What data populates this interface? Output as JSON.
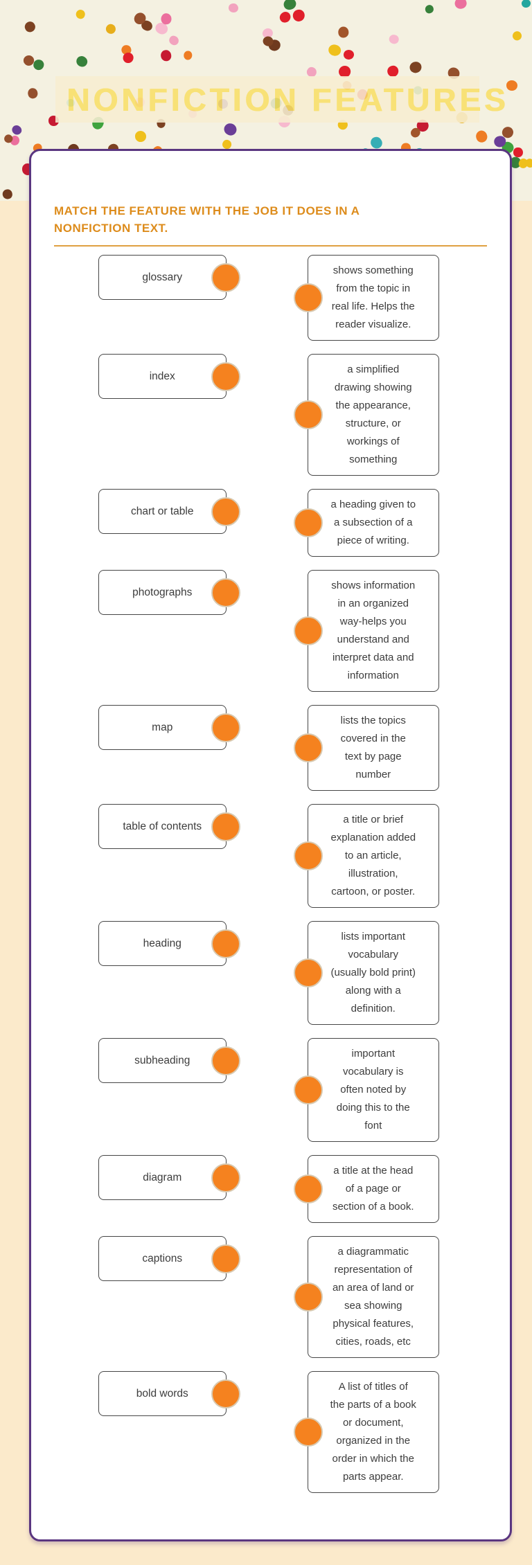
{
  "header": {
    "title": "NONFICTION FEATURES"
  },
  "worksheet": {
    "instructions": "MATCH THE FEATURE WITH THE JOB IT DOES IN A NONFICTION TEXT.",
    "pairs": [
      {
        "feature": "glossary",
        "definition": "shows something\nfrom the topic in\nreal life. Helps the\nreader visualize."
      },
      {
        "feature": "index",
        "definition": "a simplified\ndrawing showing\nthe appearance,\nstructure, or\nworkings of\nsomething"
      },
      {
        "feature": "chart or table",
        "definition": "a heading given to\na subsection of a\npiece of writing."
      },
      {
        "feature": "photographs",
        "definition": "shows information\nin an organized\nway-helps you\nunderstand and\ninterpret data and\ninformation"
      },
      {
        "feature": "map",
        "definition": "lists the topics\ncovered in the\ntext by page\nnumber"
      },
      {
        "feature": "table of contents",
        "definition": "a title or brief\nexplanation added\nto an article,\nillustration,\ncartoon, or poster."
      },
      {
        "feature": "heading",
        "definition": "lists important\nvocabulary\n(usually bold print)\nalong with a\ndefinition."
      },
      {
        "feature": "subheading",
        "definition": "important\nvocabulary is\noften noted by\ndoing this to the\nfont"
      },
      {
        "feature": "diagram",
        "definition": "a title at the head\nof a page or\nsection of a book."
      },
      {
        "feature": "captions",
        "definition": "a diagrammatic\nrepresentation of\nan area of land or\nsea showing\nphysical features,\ncities, roads, etc"
      },
      {
        "feature": "bold words",
        "definition": "A list of titles of\nthe parts of a book\nor document,\norganized in the\norder in which the\nparts appear."
      }
    ]
  },
  "theme": {
    "colors": {
      "page_bg": "#FBEACB",
      "header_bg": "#F4F1E1",
      "banner_bg": "#F8EED2",
      "title_yellow": "#F9DF68",
      "card_bg": "#FFFFFF",
      "card_border": "#5A3680",
      "instruction_orange": "#DD8C1C",
      "divider_orange": "#DFA041",
      "box_border": "#464646",
      "box_text": "#3C3C3C",
      "dot_fill": "#F5821F",
      "dot_ring": "#D8CAB2"
    },
    "confetti_palette": [
      "#94502D",
      "#7C4222",
      "#A2552A",
      "#6F3A1F",
      "#94502D",
      "#7C4222",
      "#E01F2B",
      "#C61A32",
      "#EE7C23",
      "#EFC01C",
      "#E7AE1B",
      "#3FA33E",
      "#37813B",
      "#23A69E",
      "#36AEB5",
      "#F2A3BE",
      "#EB6F9D",
      "#F7B9CE",
      "#6A3E97",
      "#E01F2B",
      "#EE7C23"
    ]
  }
}
